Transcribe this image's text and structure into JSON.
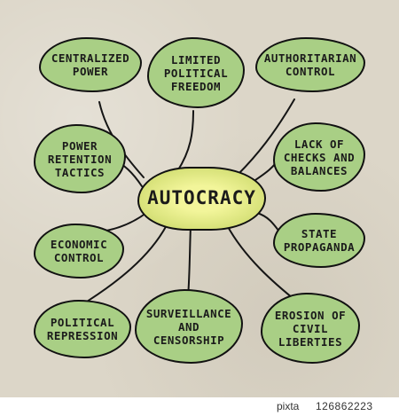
{
  "center": {
    "label": "AUTOCRACY"
  },
  "nodes": {
    "centralized_power": "CENTRALIZED\nPOWER",
    "limited_political_freedom": "LIMITED\nPOLITICAL\nFREEDOM",
    "authoritarian_control": "AUTHORITARIAN\nCONTROL",
    "power_retention_tactics": "POWER\nRETENTION\nTACTICS",
    "lack_of_checks_and_balances": "LACK OF\nCHECKS AND\nBALANCES",
    "economic_control": "ECONOMIC\nCONTROL",
    "state_propaganda": "STATE\nPROPAGANDA",
    "political_repression": "POLITICAL\nREPRESSION",
    "surveillance_and_censorship": "SURVEILLANCE\nAND\nCENSORSHIP",
    "erosion_of_civil_liberties": "EROSION OF\nCIVIL\nLIBERTIES"
  },
  "footer": {
    "logo": "pixta",
    "image_id": "126862223"
  },
  "colors": {
    "paper": "#dcd6c8",
    "leaf_fill": "#a9cf85",
    "center_fill": "#f2f59a",
    "outline": "#111111"
  }
}
